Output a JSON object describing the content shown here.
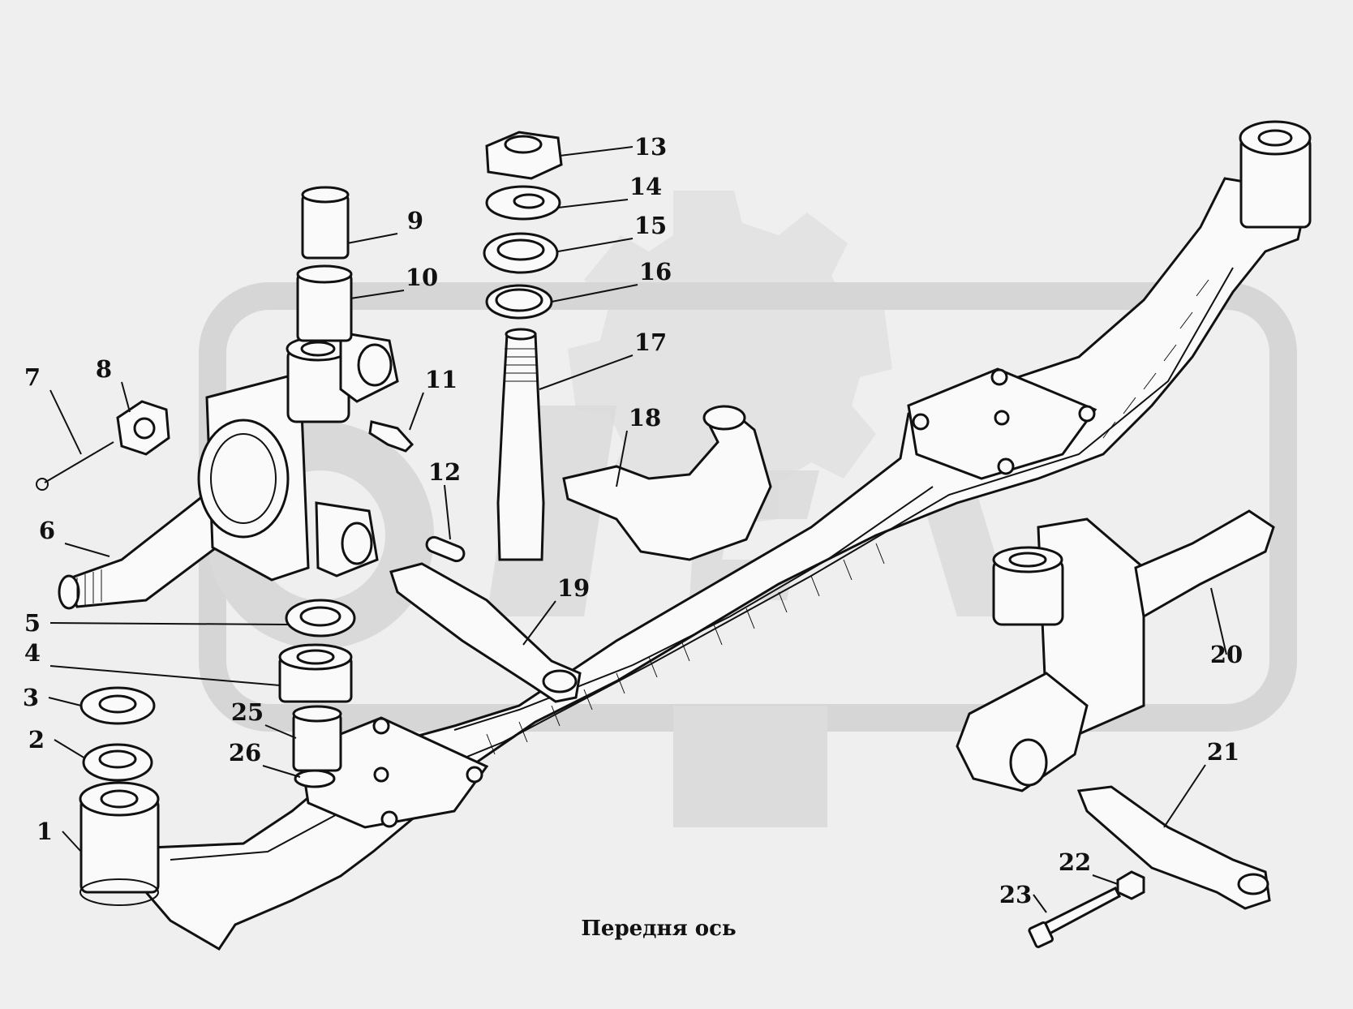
{
  "caption": "Передня ось",
  "watermark_color": "#d8d8d8",
  "line_color": "#111111",
  "callouts": [
    "1",
    "2",
    "3",
    "4",
    "5",
    "6",
    "7",
    "8",
    "9",
    "10",
    "11",
    "12",
    "13",
    "14",
    "15",
    "16",
    "17",
    "18",
    "19",
    "20",
    "21",
    "22",
    "23",
    "25",
    "26"
  ],
  "parts": [
    "axle-beam",
    "washer",
    "washer",
    "bearing",
    "seal-ring",
    "steering-knuckle-left",
    "cotter-pin",
    "castle-nut",
    "bushing",
    "bushing",
    "grease-fitting",
    "key",
    "nut",
    "lock-washer",
    "washer",
    "ring",
    "king-pin",
    "steering-arm-curved",
    "steering-arm",
    "steering-knuckle-right",
    "steering-arm",
    "nut",
    "bolt",
    "sleeve",
    "shim"
  ]
}
